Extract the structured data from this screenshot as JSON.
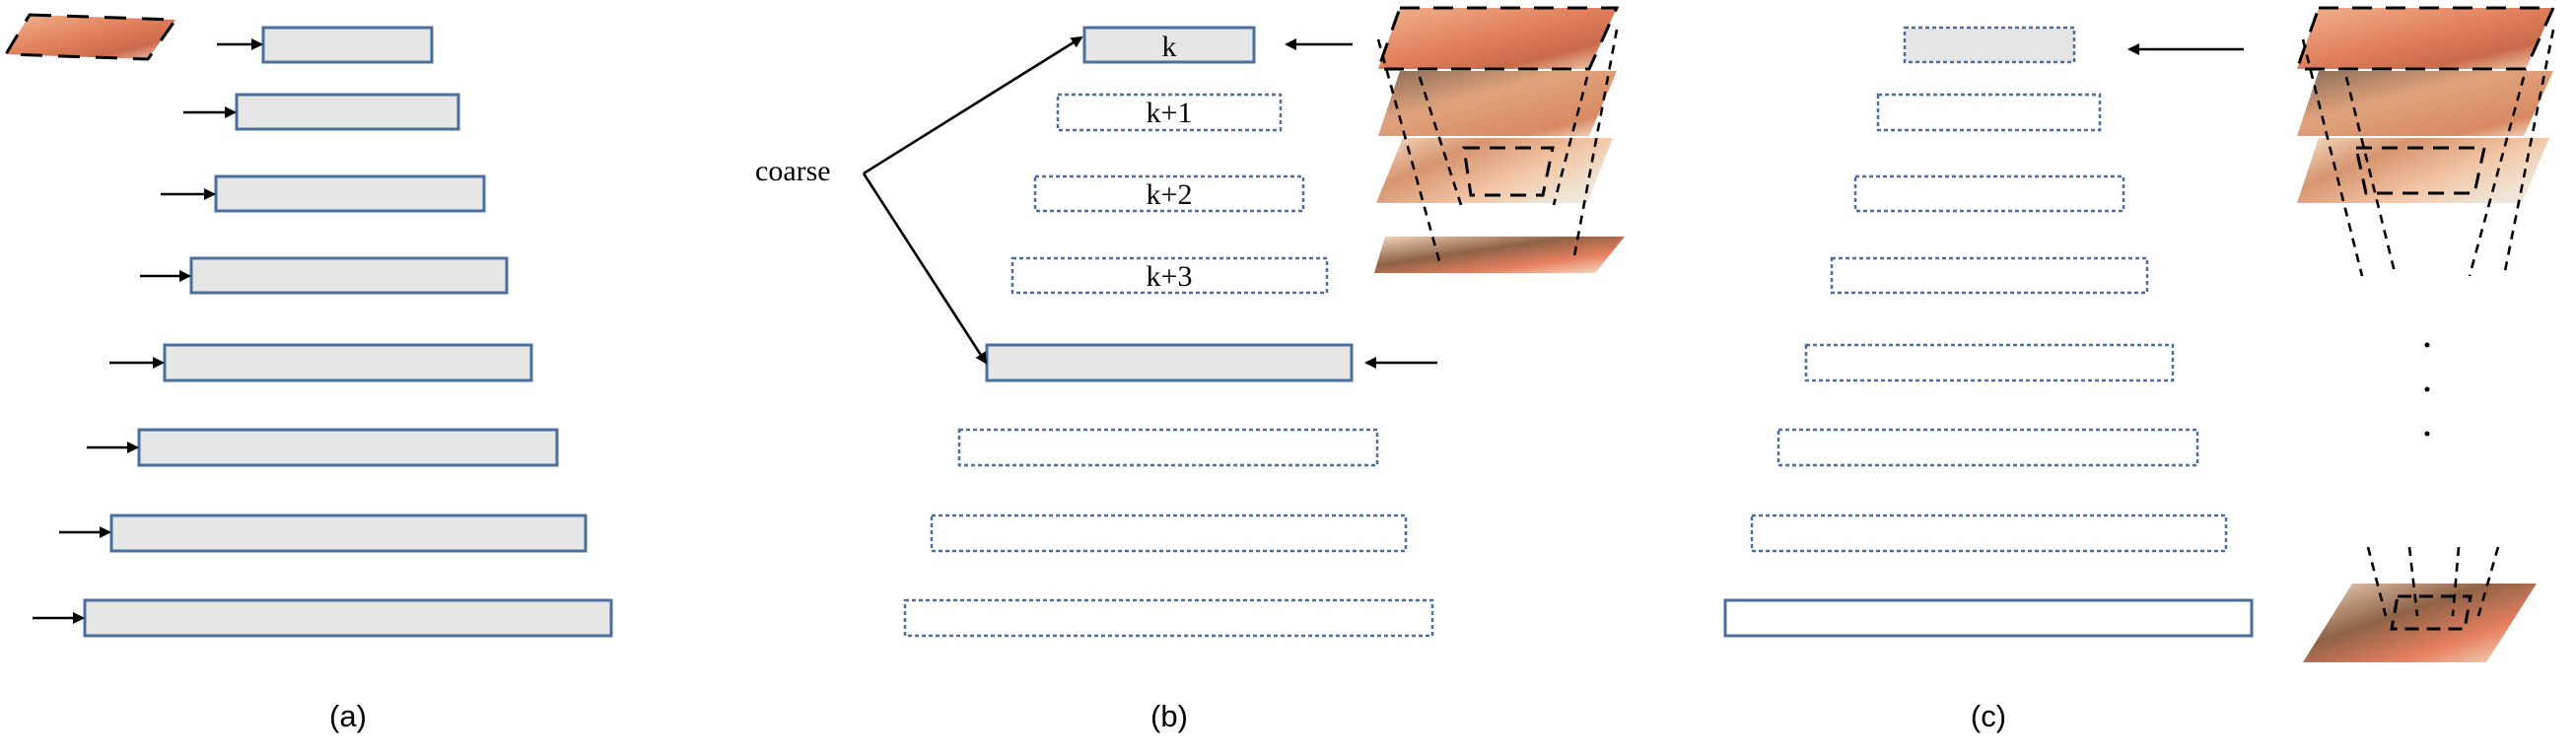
{
  "panels": [
    {
      "caption": "(a)"
    },
    {
      "caption": "(b)",
      "level_labels": [
        "k",
        "k+1",
        "k+2",
        "k+3"
      ],
      "side_label": "coarse"
    },
    {
      "caption": "(c)"
    }
  ],
  "colors": {
    "bar_fill": "#e6e6e6",
    "bar_stroke": "#4a6f9e",
    "arrow": "#000000"
  },
  "icons": [
    "face-image-thumbnail",
    "face-image-stack",
    "right-arrow-icon",
    "left-arrow-icon"
  ]
}
